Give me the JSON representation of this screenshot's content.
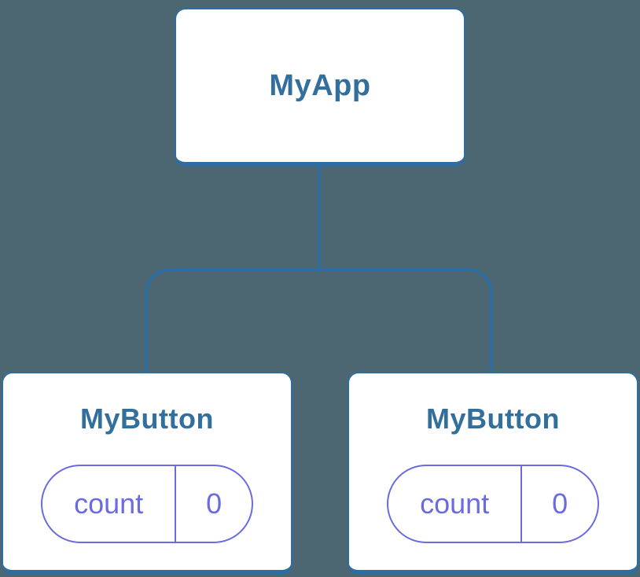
{
  "canvas": {
    "background": "#4C6771"
  },
  "colors": {
    "node_border": "#2E6DA0",
    "node_fill": "#FFFFFF",
    "node_label": "#326F9D",
    "connector": "#2E6DA0",
    "state_accent": "#6B6BE0"
  },
  "tree": {
    "root": {
      "label": "MyApp"
    },
    "children": [
      {
        "label": "MyButton",
        "state": {
          "name": "count",
          "value": "0"
        }
      },
      {
        "label": "MyButton",
        "state": {
          "name": "count",
          "value": "0"
        }
      }
    ]
  }
}
